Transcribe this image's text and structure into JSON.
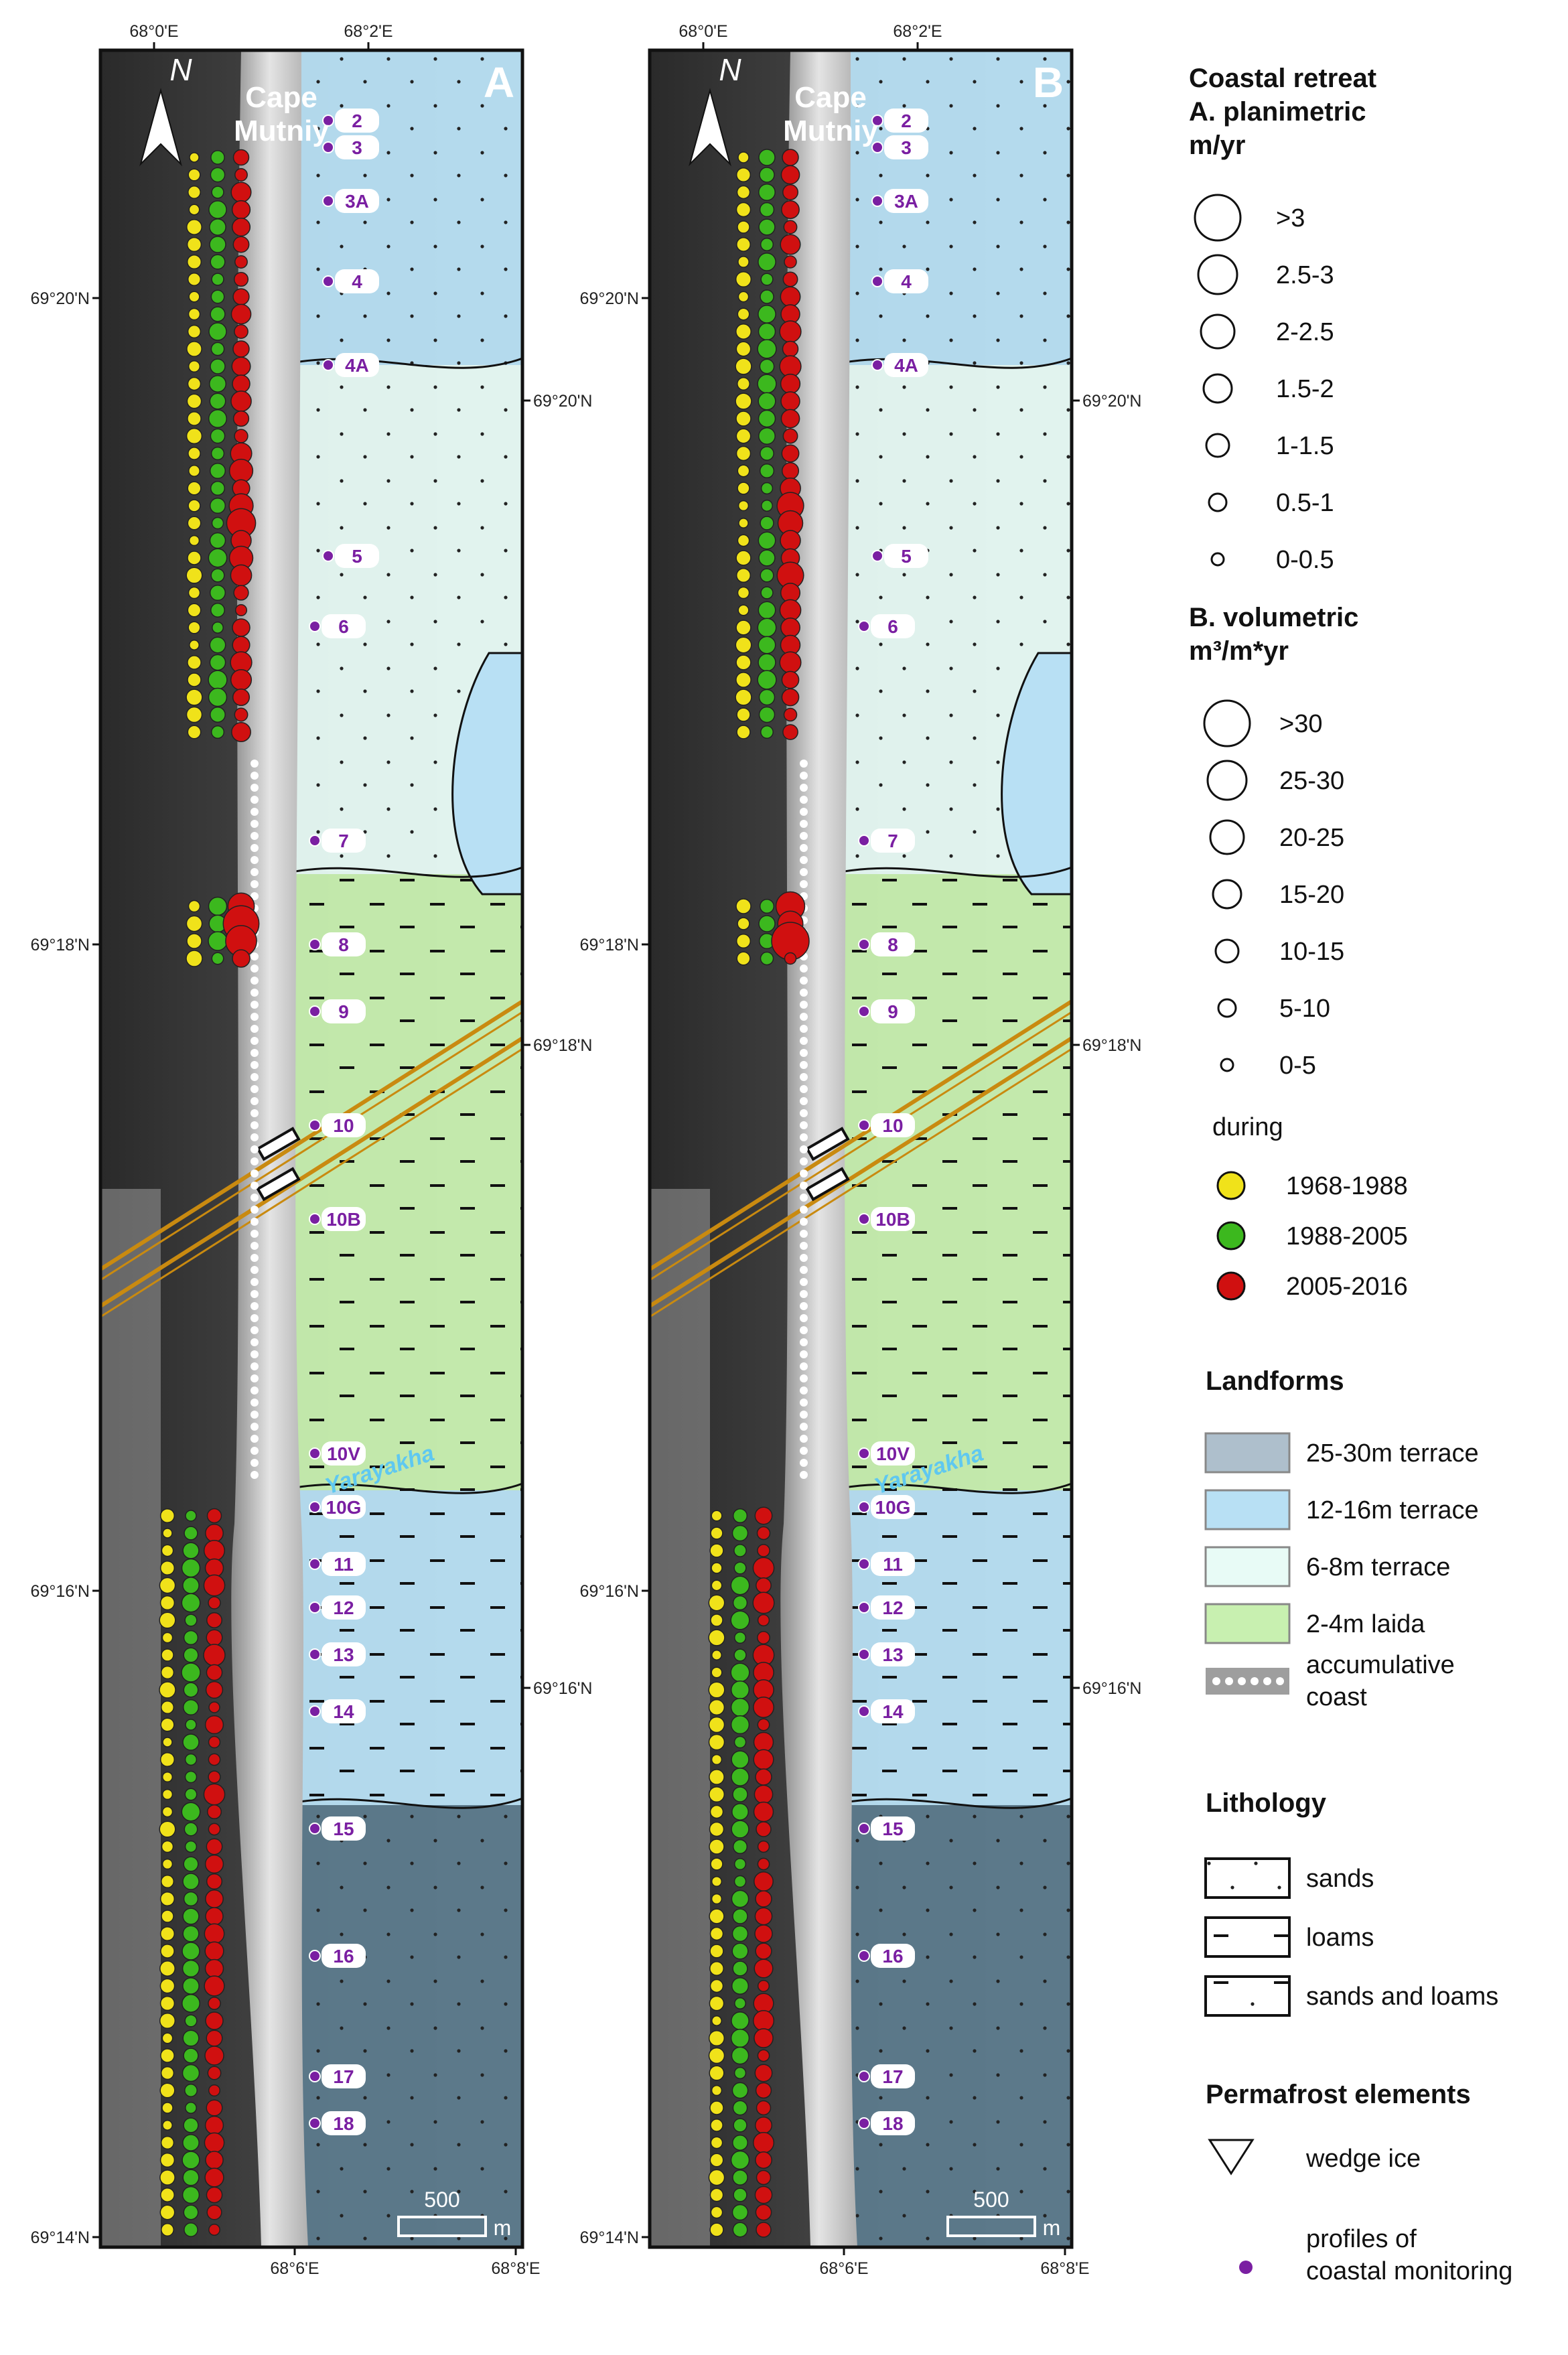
{
  "panels": [
    {
      "letter": "A",
      "cape": [
        "Cape",
        "Mutniy"
      ],
      "river": "Yarayakha",
      "scale_value": "500",
      "scale_unit": "m",
      "north": "N"
    },
    {
      "letter": "B",
      "cape": [
        "Cape",
        "Mutniy"
      ],
      "river": "Yarayakha",
      "scale_value": "500",
      "scale_unit": "m",
      "north": "N"
    }
  ],
  "axes": {
    "top_ticks": [
      "68°0'E",
      "68°2'E"
    ],
    "bottom_ticks": [
      "68°6'E",
      "68°8'E"
    ],
    "left_ticks": [
      "69°20'N",
      "69°18'N",
      "69°16'N",
      "69°14'N"
    ],
    "right_ticks": [
      "69°20'N",
      "69°18'N",
      "69°16'N"
    ]
  },
  "profiles": [
    "2",
    "3",
    "3A",
    "4",
    "4A",
    "5",
    "6",
    "7",
    "8",
    "9",
    "10",
    "10B",
    "10V",
    "10G",
    "11",
    "12",
    "13",
    "14",
    "15",
    "16",
    "17",
    "18"
  ],
  "legend": {
    "retreat_title": [
      "Coastal retreat",
      "A. planimetric",
      "m/yr"
    ],
    "planimetric_classes": [
      ">3",
      "2.5-3",
      "2-2.5",
      "1.5-2",
      "1-1.5",
      "0.5-1",
      "0-0.5"
    ],
    "volumetric_title": "B. volumetric",
    "volumetric_unit": "m³/m*yr",
    "volumetric_classes": [
      ">30",
      "25-30",
      "20-25",
      "15-20",
      "10-15",
      "5-10",
      "0-5"
    ],
    "during_label": "during",
    "periods": [
      {
        "label": "1968-1988",
        "color": "#f0e21a"
      },
      {
        "label": "1988-2005",
        "color": "#3cb81e"
      },
      {
        "label": "2005-2016",
        "color": "#d01010"
      }
    ],
    "landforms_title": "Landforms",
    "landforms": [
      {
        "label": "25-30m terrace",
        "color": "#aebfcc"
      },
      {
        "label": "12-16m terrace",
        "color": "#b8e0f4"
      },
      {
        "label": "6-8m terrace",
        "color": "#e8fbf6"
      },
      {
        "label": "2-4m laida",
        "color": "#c8f0b0"
      },
      {
        "label": "accumulative coast",
        "color": "#9e9e9e",
        "lines": [
          "accumulative",
          "coast"
        ]
      }
    ],
    "lithology_title": "Lithology",
    "lithology": [
      "sands",
      "loams",
      "sands and loams"
    ],
    "permafrost_title": "Permafrost elements",
    "permafrost": [
      "wedge ice",
      "profiles of coastal monitoring"
    ],
    "permafrost_lines": [
      [
        "wedge ice"
      ],
      [
        "profiles of",
        "coastal monitoring"
      ]
    ]
  }
}
